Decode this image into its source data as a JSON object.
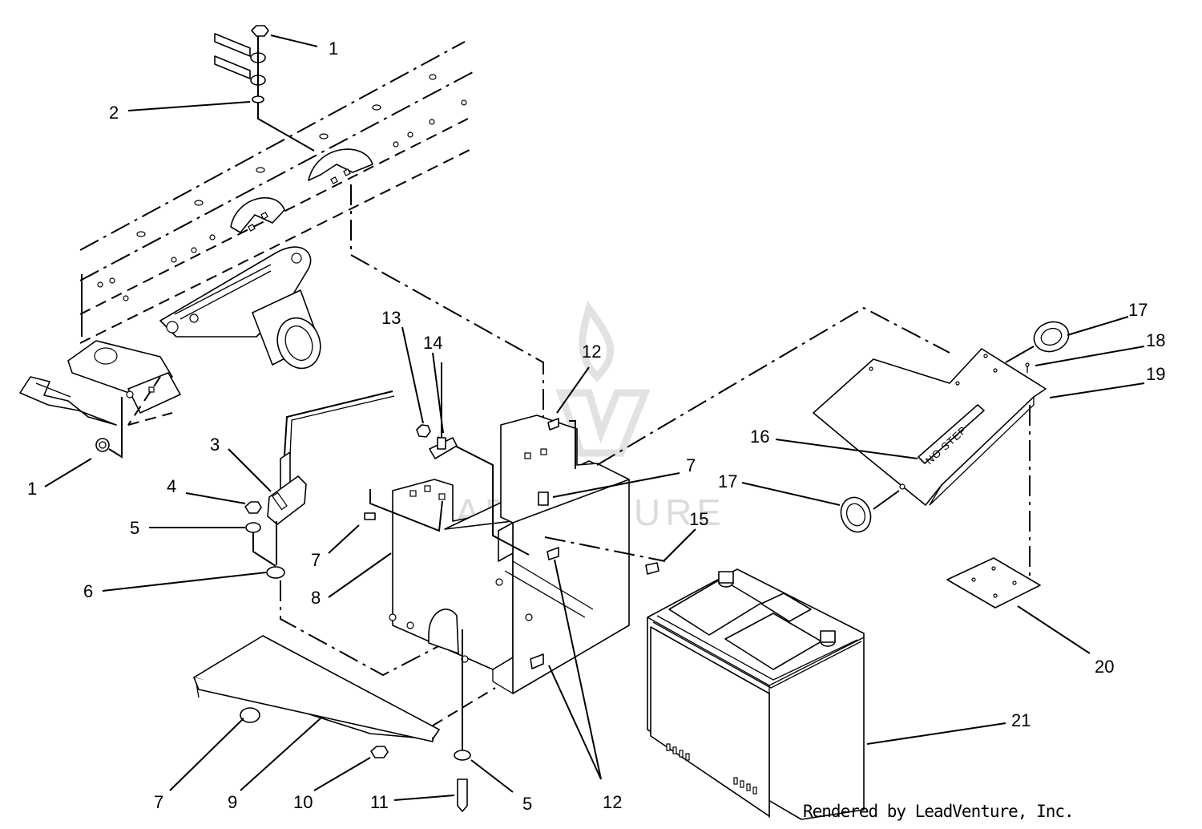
{
  "diagram": {
    "callouts": [
      {
        "label": "1"
      },
      {
        "label": "2"
      },
      {
        "label": "1"
      },
      {
        "label": "3"
      },
      {
        "label": "4"
      },
      {
        "label": "5"
      },
      {
        "label": "6"
      },
      {
        "label": "7"
      },
      {
        "label": "8"
      },
      {
        "label": "13"
      },
      {
        "label": "14"
      },
      {
        "label": "12"
      },
      {
        "label": "7"
      },
      {
        "label": "15"
      },
      {
        "label": "16"
      },
      {
        "label": "17"
      },
      {
        "label": "17"
      },
      {
        "label": "18"
      },
      {
        "label": "19"
      },
      {
        "label": "20"
      },
      {
        "label": "21"
      },
      {
        "label": "7"
      },
      {
        "label": "9"
      },
      {
        "label": "10"
      },
      {
        "label": "11"
      },
      {
        "label": "5"
      },
      {
        "label": "12"
      }
    ],
    "decal_text": "NO STEP",
    "watermark_text": "LEADVENTURE",
    "credit": "Rendered by LeadVenture, Inc."
  }
}
